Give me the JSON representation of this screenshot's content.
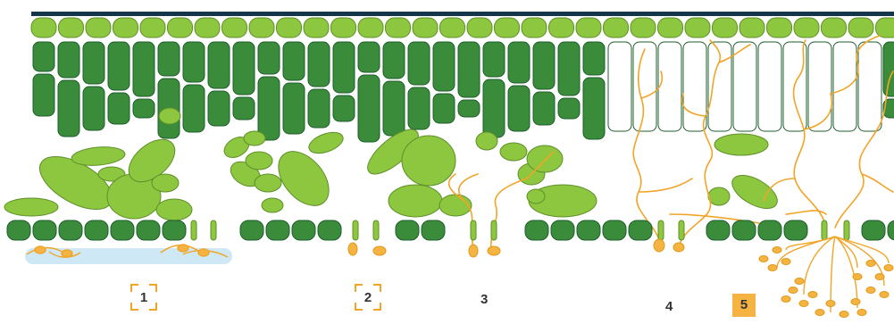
{
  "colors": {
    "cuticle": "#14364a",
    "epidermis": "#8dc63f",
    "palisade": "#3a8c3a",
    "mesophyll": "#8dc63f",
    "hypha": "#f0a527",
    "spore": "#f5b342",
    "water": "#cfe8f5"
  },
  "stages": [
    {
      "label": "1",
      "style": "bracket"
    },
    {
      "label": "2",
      "style": "bracket"
    },
    {
      "label": "3",
      "style": "plain"
    },
    {
      "label": "4",
      "style": "plain"
    },
    {
      "label": "5",
      "style": "filled"
    }
  ]
}
